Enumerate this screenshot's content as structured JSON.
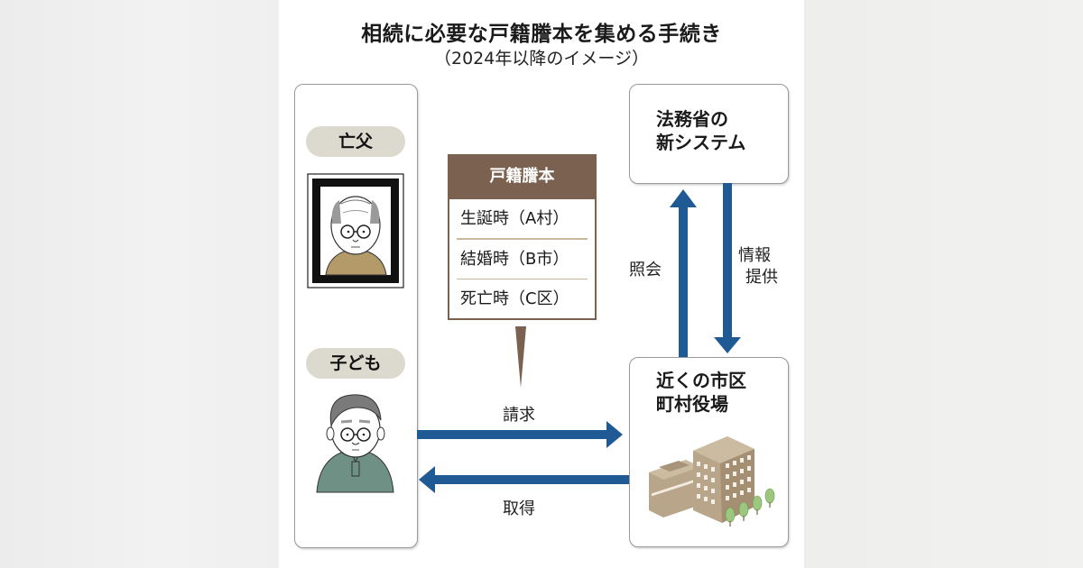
{
  "title": "相続に必要な戸籍謄本を集める手続き",
  "subtitle": "（2024年以降のイメージ）",
  "left_panel": {
    "father_label": "亡父",
    "child_label": "子ども"
  },
  "koseki_tag": {
    "header": "戸籍謄本",
    "rows": [
      "生誕時（A村）",
      "結婚時（B市）",
      "死亡時（C区）"
    ]
  },
  "ministry_box": {
    "line1": "法務省の",
    "line2": "新システム"
  },
  "office_box": {
    "line1": "近くの市区",
    "line2": "町村役場"
  },
  "arrows": {
    "request": "請求",
    "obtain": "取得",
    "inquiry": "照会",
    "info_provide_line1": "情報",
    "info_provide_line2": "提供"
  },
  "colors": {
    "arrow": "#1f5a94",
    "tag": "#7b6250",
    "pill": "#dcd9cf",
    "sweater_child": "#6f9185",
    "sweater_father": "#b39a68",
    "building": "#b8a58a"
  }
}
